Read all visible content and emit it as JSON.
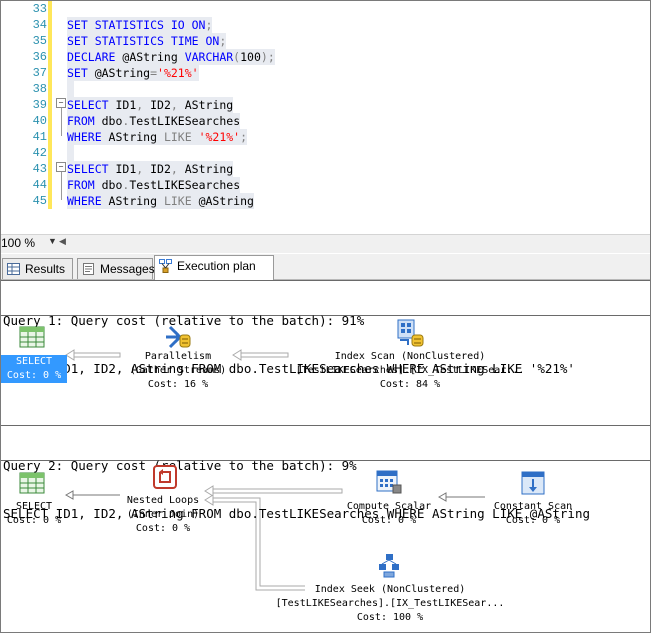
{
  "editor": {
    "lines": [
      {
        "n": "33",
        "tokens": []
      },
      {
        "n": "34",
        "tokens": [
          {
            "c": "kw",
            "t": "SET STATISTICS IO ON"
          },
          {
            "c": "gry",
            "t": ";"
          }
        ]
      },
      {
        "n": "35",
        "tokens": [
          {
            "c": "kw",
            "t": "SET STATISTICS TIME ON"
          },
          {
            "c": "gry",
            "t": ";"
          }
        ]
      },
      {
        "n": "36",
        "tokens": [
          {
            "c": "kw",
            "t": "DECLARE "
          },
          {
            "c": "blk",
            "t": "@AString "
          },
          {
            "c": "kw",
            "t": "VARCHAR"
          },
          {
            "c": "gry",
            "t": "("
          },
          {
            "c": "blk",
            "t": "100"
          },
          {
            "c": "gry",
            "t": ");"
          }
        ]
      },
      {
        "n": "37",
        "tokens": [
          {
            "c": "kw",
            "t": "SET "
          },
          {
            "c": "blk",
            "t": "@AString"
          },
          {
            "c": "gry",
            "t": "="
          },
          {
            "c": "str",
            "t": "'%21%'"
          }
        ]
      },
      {
        "n": "38",
        "tokens": []
      },
      {
        "n": "39",
        "tokens": [
          {
            "c": "kw",
            "t": "SELECT "
          },
          {
            "c": "blk",
            "t": "ID1"
          },
          {
            "c": "gry",
            "t": ", "
          },
          {
            "c": "blk",
            "t": "ID2"
          },
          {
            "c": "gry",
            "t": ", "
          },
          {
            "c": "blk",
            "t": "AString"
          }
        ]
      },
      {
        "n": "40",
        "tokens": [
          {
            "c": "kw",
            "t": "FROM "
          },
          {
            "c": "blk",
            "t": "dbo"
          },
          {
            "c": "gry",
            "t": "."
          },
          {
            "c": "blk",
            "t": "TestLIKESearches"
          }
        ]
      },
      {
        "n": "41",
        "tokens": [
          {
            "c": "kw",
            "t": "WHERE "
          },
          {
            "c": "blk",
            "t": "AString "
          },
          {
            "c": "gry",
            "t": "LIKE "
          },
          {
            "c": "str",
            "t": "'%21%'"
          },
          {
            "c": "gry",
            "t": ";"
          }
        ]
      },
      {
        "n": "42",
        "tokens": []
      },
      {
        "n": "43",
        "tokens": [
          {
            "c": "kw",
            "t": "SELECT "
          },
          {
            "c": "blk",
            "t": "ID1"
          },
          {
            "c": "gry",
            "t": ", "
          },
          {
            "c": "blk",
            "t": "ID2"
          },
          {
            "c": "gry",
            "t": ", "
          },
          {
            "c": "blk",
            "t": "AString"
          }
        ]
      },
      {
        "n": "44",
        "tokens": [
          {
            "c": "kw",
            "t": "FROM "
          },
          {
            "c": "blk",
            "t": "dbo"
          },
          {
            "c": "gry",
            "t": "."
          },
          {
            "c": "blk",
            "t": "TestLIKESearches"
          }
        ]
      },
      {
        "n": "45",
        "tokens": [
          {
            "c": "kw",
            "t": "WHERE "
          },
          {
            "c": "blk",
            "t": "AString "
          },
          {
            "c": "gry",
            "t": "LIKE "
          },
          {
            "c": "blk",
            "t": "@AString"
          }
        ]
      }
    ]
  },
  "zoom": {
    "value": "100 %"
  },
  "tabs": {
    "results": "Results",
    "messages": "Messages",
    "plan": "Execution plan"
  },
  "query1": {
    "header": "Query 1: Query cost (relative to the batch): 91%",
    "sql": "SELECT ID1, ID2, AString FROM dbo.TestLIKESearches WHERE AString LIKE '%21%'",
    "select": {
      "label": "SELECT",
      "cost": "Cost: 0 %"
    },
    "parallelism": {
      "label": "Parallelism",
      "sub": "(Gather Streams)",
      "cost": "Cost: 16 %"
    },
    "scan": {
      "label": "Index Scan (NonClustered)",
      "sub": "[TestLIKESearches].[IX_TestLIKESear...",
      "cost": "Cost: 84 %"
    }
  },
  "query2": {
    "header": "Query 2: Query cost (relative to the batch): 9%",
    "sql": "SELECT ID1, ID2, AString FROM dbo.TestLIKESearches WHERE AString LIKE @AString",
    "select": {
      "label": "SELECT",
      "cost": "Cost: 0 %"
    },
    "loops": {
      "label": "Nested Loops",
      "sub": "(Inner Join)",
      "cost": "Cost: 0 %"
    },
    "compute": {
      "label": "Compute Scalar",
      "cost": "Cost: 0 %"
    },
    "constant": {
      "label": "Constant Scan",
      "cost": "Cost: 0 %"
    },
    "seek": {
      "label": "Index Seek (NonClustered)",
      "sub": "[TestLIKESearches].[IX_TestLIKESear...",
      "cost": "Cost: 100 %"
    }
  }
}
